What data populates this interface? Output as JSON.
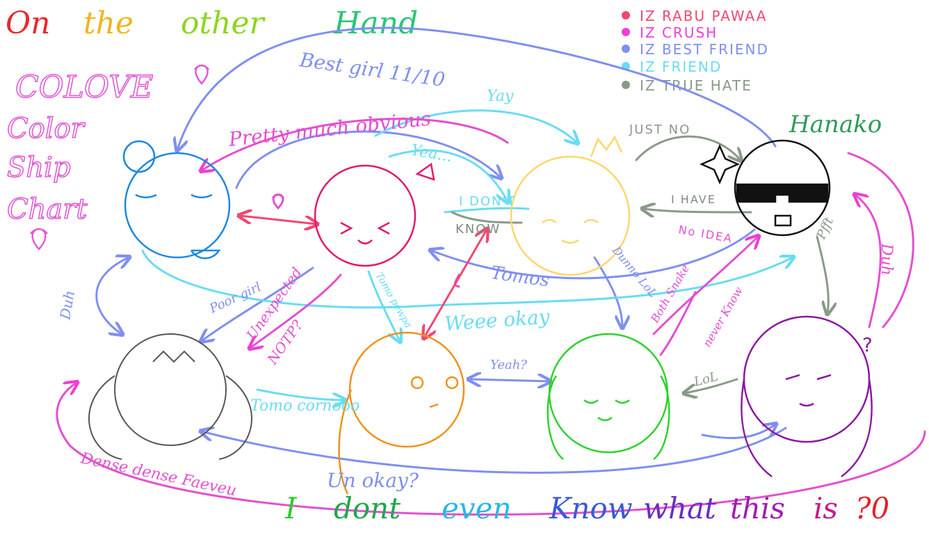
{
  "title": {
    "words": [
      {
        "text": "On",
        "color": "#e8282b"
      },
      {
        "text": "the",
        "color": "#f1b51c"
      },
      {
        "text": "other",
        "color": "#8bd61e"
      },
      {
        "text": "Hand",
        "color": "#29c774"
      }
    ]
  },
  "chart_title": {
    "lines": [
      "COLOVE",
      "Color",
      "Ship",
      "Chart"
    ],
    "color": "#e05bd6"
  },
  "legend": [
    {
      "text": "IZ RABU PAWAA",
      "color": "#f04870"
    },
    {
      "text": "IZ CRUSH",
      "color": "#ee3fd4"
    },
    {
      "text": "IZ BEST FRIEND",
      "color": "#7f8ff0"
    },
    {
      "text": "IZ FRIEND",
      "color": "#69dcf2"
    },
    {
      "text": "IZ TRUE HATE",
      "color": "#8a9a88"
    }
  ],
  "characters": [
    {
      "id": "blue",
      "label": "",
      "color": "#1e88dd",
      "shape": "bun"
    },
    {
      "id": "pink",
      "label": "",
      "color": "#e2186f",
      "shape": "bow"
    },
    {
      "id": "yellow",
      "label": "",
      "color": "#ffd66e",
      "shape": "crown"
    },
    {
      "id": "hanako",
      "label": "Hanako",
      "color": "#111111",
      "shape": "sunglasses"
    },
    {
      "id": "white",
      "label": "",
      "color": "#555555",
      "shape": "twintails"
    },
    {
      "id": "orange",
      "label": "",
      "color": "#f0911a",
      "shape": "side"
    },
    {
      "id": "green",
      "label": "",
      "color": "#2fd22f",
      "shape": "pigtails"
    },
    {
      "id": "purple",
      "label": "",
      "color": "#8a1aa0",
      "shape": "long"
    }
  ],
  "annotations": [
    {
      "id": "best-girl",
      "text": "Best girl 11/10",
      "color": "#7f8ff0"
    },
    {
      "id": "yay",
      "text": "Yay",
      "color": "#69dcf2"
    },
    {
      "id": "pretty-much",
      "text": "Pretty much obvious",
      "color": "#e34fd0"
    },
    {
      "id": "yea",
      "text": "Yea...",
      "color": "#69dcf2"
    },
    {
      "id": "just-no",
      "text": "JUST NO",
      "color": "#8a9a88"
    },
    {
      "id": "i-have",
      "text": "I HAVE",
      "color": "#7d8a7c"
    },
    {
      "id": "no-idea",
      "text": "No IDEA",
      "color": "#e34fd0"
    },
    {
      "id": "i-dont",
      "text": "I DON'T",
      "color": "#69dcf2"
    },
    {
      "id": "know",
      "text": "KNOW",
      "color": "#7d8a7c"
    },
    {
      "id": "tomos",
      "text": "Tomos",
      "color": "#7f8ff0"
    },
    {
      "id": "dunno-lol",
      "text": "Dunno LoL",
      "color": "#7f8ff0"
    },
    {
      "id": "poor-girl",
      "text": "Poor girl",
      "color": "#7f8ff0"
    },
    {
      "id": "unexpected",
      "text": "Unexpected",
      "color": "#e34fd0"
    },
    {
      "id": "notp",
      "text": "NOTP?",
      "color": "#e34fd0"
    },
    {
      "id": "tomo-pewpa",
      "text": "Tomo pewpa",
      "color": "#69dcf2"
    },
    {
      "id": "weee-okay",
      "text": "Weee okay",
      "color": "#69dcf2"
    },
    {
      "id": "both-snake",
      "text": "Both Snake",
      "color": "#e34fd0"
    },
    {
      "id": "never-know",
      "text": "never Know",
      "color": "#e34fd0"
    },
    {
      "id": "pfft",
      "text": "Pfft",
      "color": "#8a9a88"
    },
    {
      "id": "duh-right",
      "text": "Duh",
      "color": "#e34fd0"
    },
    {
      "id": "duh-left",
      "text": "Duh",
      "color": "#7f8ff0"
    },
    {
      "id": "yeah",
      "text": "Yeah?",
      "color": "#7f8ff0"
    },
    {
      "id": "lol",
      "text": "LoL",
      "color": "#8a9a88"
    },
    {
      "id": "tomo-cornooo",
      "text": "Tomo cornooo",
      "color": "#69dcf2"
    },
    {
      "id": "un-okay",
      "text": "Un okay?",
      "color": "#7f8ff0"
    },
    {
      "id": "dense",
      "text": "Dense dense Faeveu",
      "color": "#e34fd0"
    }
  ],
  "footer": {
    "words": [
      {
        "text": "I",
        "color": "#2ccc2c"
      },
      {
        "text": "dont",
        "color": "#1fa74a"
      },
      {
        "text": "even",
        "color": "#29b7e8"
      },
      {
        "text": "Know",
        "color": "#3a59d6"
      },
      {
        "text": "what",
        "color": "#6a2cc4"
      },
      {
        "text": "this",
        "color": "#a21cb0"
      },
      {
        "text": "is",
        "color": "#c71a8a"
      },
      {
        "text": "?0",
        "color": "#e0242b"
      }
    ]
  },
  "colors": {
    "rabu": "#f04870",
    "crush": "#ee3fd4",
    "best_friend": "#7f8ff0",
    "friend": "#69dcf2",
    "hate": "#8a9a88"
  }
}
